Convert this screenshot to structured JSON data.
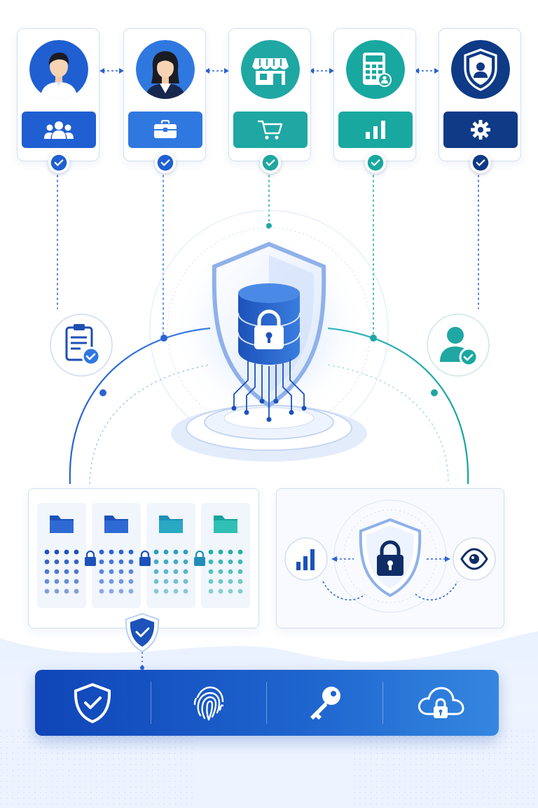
{
  "diagram": {
    "roles": [
      {
        "avatar": "male-user-avatar",
        "bar_icon": "team-icon",
        "bar_color": "#1f5fd1"
      },
      {
        "avatar": "female-business-avatar",
        "bar_icon": "briefcase-icon",
        "bar_color": "#2f78e0"
      },
      {
        "avatar": "store-avatar",
        "bar_icon": "shopping-cart-icon",
        "bar_color": "#1fa7a3"
      },
      {
        "avatar": "calculator-avatar",
        "bar_icon": "bar-chart-icon",
        "bar_color": "#18a8a0"
      },
      {
        "avatar": "shield-user-avatar",
        "bar_icon": "settings-icon",
        "bar_color": "#0e3a86"
      }
    ],
    "center": {
      "icon": "locked-database-shield-icon"
    },
    "side_nodes": [
      "clipboard-check-icon",
      "verified-user-icon"
    ],
    "data_panel": {
      "folders": 4,
      "lock_icon": "padlock-icon"
    },
    "access_panel": [
      "analytics-icon",
      "lock-shield-icon",
      "eye-icon"
    ],
    "security_bar": [
      "shield-check-icon",
      "fingerprint-icon",
      "key-icon",
      "cloud-lock-icon"
    ],
    "colors": {
      "primary": "#1f5fd1",
      "dark": "#0e3a86",
      "teal": "#1fa7a3",
      "light": "#eaf2ff"
    }
  }
}
